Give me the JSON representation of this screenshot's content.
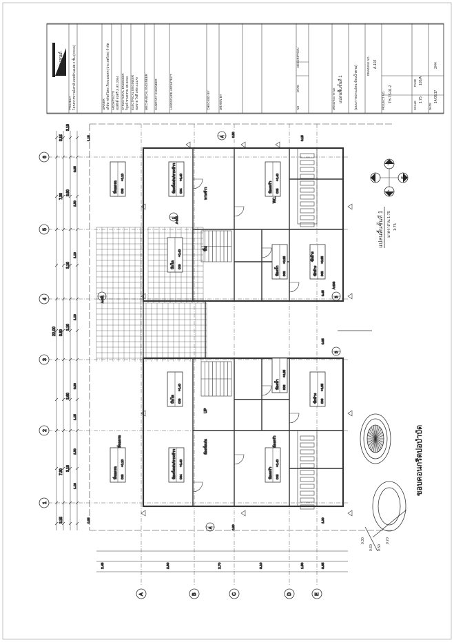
{
  "title_block": {
    "logo_text": "ดีโฮมแลนด์",
    "rows": [
      {
        "label": "PROJECT",
        "value": "โครงการทาวน์เฮาส์ แบบบ้านแฝด 2 ชั้น (CCA5)"
      },
      {
        "label": "OWNER",
        "value": "บริษัท ทรัพย์ไทย เรียลเอสเตท (ประเทศไทย) จำกัด"
      },
      {
        "label": "ARCHITECTS",
        "value": "สมศักดิ์ สมศรี  ภ.สถ.2054"
      },
      {
        "label": "STRUCTURAL ENGINEER",
        "value": "วิบูลย์ ทรงธรรม  สย.9234"
      },
      {
        "label": "ELECTRICAL ENGINEER",
        "value": "สมชาย ใจดี  ภฟก.43170"
      },
      {
        "label": "MECHANICAL ENGINEER",
        "value": ""
      },
      {
        "label": "SANITARY ENGINEER",
        "value": ""
      },
      {
        "label": "LANDSCAPE ARCHITECT",
        "value": ""
      },
      {
        "label": "CHECKED BY",
        "value": ""
      },
      {
        "label": "DRAWN BY",
        "value": ""
      }
    ],
    "revision_headers": [
      "NO",
      "DATE",
      "DESCRIPTION"
    ],
    "drawing_title_label": "DRAWING TITLE",
    "drawing_title": "แปลนพื้นชั้นที่ 1",
    "drawing_title_2": "(แบบการยกแปลน  ห้องน้ำตาม)",
    "drawing_no_label": "DRAWING NO.",
    "drawing_no": "A-102",
    "project_no_label": "PROJECT NO.",
    "project_no": "TH-TS-01-2",
    "scale_label": "SCALE",
    "scale": "1:75",
    "page_label": "PAGE",
    "page": "102/A",
    "date_label": "DATE",
    "date": "14/05/17",
    "sheet_total": "3/44"
  },
  "plan": {
    "axis_numbers": [
      "1",
      "2",
      "3",
      "4",
      "5",
      "6"
    ],
    "axis_letters": [
      "A",
      "B",
      "C",
      "D",
      "E"
    ],
    "overall_width": "22.00",
    "half_widths": [
      "7.30",
      "3.60",
      "7.30"
    ],
    "side_dims": [
      "3.15",
      "3.15"
    ],
    "top_dims": [
      "3.10",
      "3.60",
      "3.10",
      "3.10",
      "3.60",
      "3.10"
    ],
    "sub_dims": [
      "1.10",
      "1.50",
      "1.15",
      "0.90",
      "1.10",
      "1.10",
      "1.50",
      "0.85"
    ],
    "bay_dims": [
      "2.80",
      "2.70",
      "3.10",
      "1.50",
      "3.65",
      "2.45"
    ],
    "small_dims": [
      "0.85",
      "1.15",
      "0.15",
      "1.00",
      "0.50",
      "0.60",
      "0.65",
      "0.45"
    ],
    "rooms": [
      {
        "name": "ที่จอดรถ",
        "code": "003",
        "lvl": "+0.10"
      },
      {
        "name": "ห้องนั่งเล่น/ทานข้าว",
        "code": "004",
        "lvl": "+0.40"
      },
      {
        "name": "ห้องครัว",
        "code": "005",
        "lvl": "+0.40"
      },
      {
        "name": "ห้องน้ำ",
        "code": "006",
        "lvl": "+0.35"
      },
      {
        "name": "ซักล้าง",
        "code": "008",
        "lvl": "+0.35"
      },
      {
        "name": "ห้องเก็บของ",
        "code": "007",
        "lvl": "+0.40"
      },
      {
        "name": "บันได",
        "code": "009",
        "lvl": "+0.40"
      },
      {
        "name": "WC.",
        "code": "006",
        "lvl": "+0.35"
      }
    ],
    "room_labels": [
      "ห้องนั่งเล่น",
      "ทานข้าว",
      "ที่จอดรถ",
      "ห้องครัว",
      "WC.",
      "ซักล้าง"
    ],
    "plan_title": "แปลนพื้นชั้นที่ 1",
    "plan_title_sub": "มาตราส่วน 1:75",
    "plan_scale": "1:75",
    "detail_title": "ขอบคอนกรีตบ่อบำบัด",
    "detail_dims": [
      "0.60",
      "0.50",
      "0.70",
      "0.30"
    ],
    "north_marks": [
      "3",
      "4",
      "5",
      "6"
    ],
    "callouts": [
      "A",
      "B",
      "1",
      "2"
    ],
    "section_callouts": [
      "A-201",
      "A-202",
      "A-203"
    ],
    "labels_up": [
      "UP",
      "ขึ้น"
    ]
  }
}
